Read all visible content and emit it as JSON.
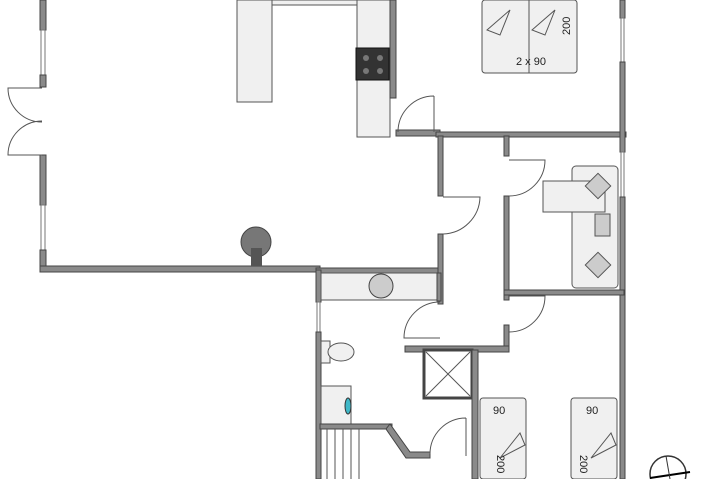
{
  "plan": {
    "bedroom_top": {
      "bed_label": "2 x 90",
      "bed_length": "200"
    },
    "bedroom_bottom_left": {
      "bed_width": "90",
      "bed_length": "200"
    },
    "bedroom_bottom_right": {
      "bed_width": "90",
      "bed_length": "200"
    },
    "compass_icon": "compass-icon",
    "colors": {
      "wall": "#8a8a8a",
      "furniture": "#f0f0f0",
      "stove": "#333333",
      "washer_accent": "#3fb8c8"
    }
  }
}
